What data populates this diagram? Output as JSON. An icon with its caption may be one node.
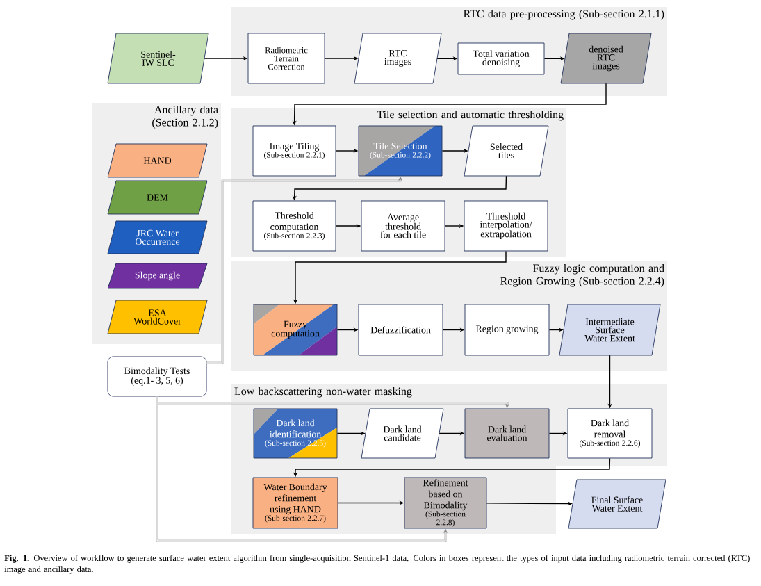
{
  "diagram": {
    "caption": "**Fig. 1.** Overview of workflow to generate surface water extent algorithm from single-acquisition Sentinel-1 data. Colors in boxes represent the types of input data including radiometric terrain corrected (RTC) image and ancillary data.",
    "nodes": [
      {
        "text": [
          "RTC data pre-processing (Sub-section 2.1.1)"
        ]
      },
      {
        "text": [
          "Sentinel- IW SLC"
        ]
      },
      {
        "text": [
          "Radiometric Terrain Correction"
        ],
        "in": 0
      },
      {
        "text": [
          "RTC images"
        ],
        "in": 0
      },
      {
        "text": [
          "Total variation denoising"
        ],
        "in": 0
      },
      {
        "text": [
          "denoised RTC images"
        ],
        "in": 0
      },
      {
        "text": [
          "Ancillary data (Section 2.1.2)"
        ]
      },
      {
        "text": [
          "HAND"
        ],
        "in": 6
      },
      {
        "text": [
          "DEM"
        ],
        "in": 6
      },
      {
        "text": [
          "JRC Water Occurrence"
        ],
        "in": 6
      },
      {
        "text": [
          "Slope angle"
        ],
        "in": 6
      },
      {
        "text": [
          "ESA WorldCover"
        ],
        "in": 6
      },
      {
        "text": [
          "Tile selection and automatic thresholding"
        ]
      },
      {
        "text": [
          "Image Tiling",
          "(Sub-section 2.2.1)"
        ],
        "in": 12
      },
      {
        "text": [
          "Tile Selection",
          "(Sub-section 2.2.2)"
        ],
        "in": 12
      },
      {
        "text": [
          "Selected tiles"
        ],
        "in": 12
      },
      {
        "text": [
          "Threshold computation",
          "(Sub-section 2.2.3)"
        ],
        "in": 12
      },
      {
        "text": [
          "Average threshold for each tile"
        ],
        "in": 12
      },
      {
        "text": [
          "Threshold interpolation/ extrapolation"
        ],
        "in": 12
      },
      {
        "text": [
          "Fuzzy logic computation and Region Growing (Sub-section 2.2.4)"
        ]
      },
      {
        "text": [
          "Fuzzy computation"
        ],
        "in": 19
      },
      {
        "text": [
          "Defuzzification"
        ],
        "in": 19
      },
      {
        "text": [
          "Region growing"
        ],
        "in": 19
      },
      {
        "text": [
          "Intermediate Surface Water Extent"
        ],
        "in": 19
      },
      {
        "text": [
          "Bimodality Tests (eq.1- 3, 5, 6)"
        ]
      },
      {
        "text": [
          "Low backscattering non-water masking"
        ]
      },
      {
        "text": [
          "Dark land identification",
          "(Sub-section 2.2.5)"
        ],
        "in": 25
      },
      {
        "text": [
          "Dark land candidate"
        ],
        "in": 25
      },
      {
        "text": [
          "Dark land evaluation"
        ],
        "in": 25
      },
      {
        "text": [
          "Dark land removal",
          "(Sub-section 2.2.6)"
        ],
        "in": 25
      },
      {
        "text": [
          "Water Boundary refinement using HAND",
          "(Sub-section 2.2.7)"
        ],
        "in": 25
      },
      {
        "text": [
          "Refinement based on Bimodality",
          "(Sub-section 2.2.8)"
        ],
        "in": 25
      },
      {
        "text": [
          "Final Surface Water Extent"
        ]
      }
    ],
    "edges": [
      {
        "from": 1,
        "to": 2,
        "arrow": "to"
      },
      {
        "from": 2,
        "to": 3,
        "arrow": "to"
      },
      {
        "from": 3,
        "to": 4,
        "arrow": "to"
      },
      {
        "from": 4,
        "to": 5,
        "arrow": "to"
      },
      {
        "from": 5,
        "to": 13,
        "arrow": "to"
      },
      {
        "from": 13,
        "to": 14,
        "arrow": "to"
      },
      {
        "from": 14,
        "to": 15,
        "arrow": "to"
      },
      {
        "from": 15,
        "to": 16,
        "arrow": "to"
      },
      {
        "from": 16,
        "to": 17,
        "arrow": "to"
      },
      {
        "from": 17,
        "to": 18,
        "arrow": "to"
      },
      {
        "from": 18,
        "to": 20,
        "arrow": "to"
      },
      {
        "from": 20,
        "to": 21,
        "arrow": "to"
      },
      {
        "from": 21,
        "to": 22,
        "arrow": "to"
      },
      {
        "from": 22,
        "to": 23,
        "arrow": "to"
      },
      {
        "from": 23,
        "to": 29,
        "arrow": "to"
      },
      {
        "from": 26,
        "to": 27,
        "arrow": "to"
      },
      {
        "from": 27,
        "to": 28,
        "arrow": "to"
      },
      {
        "from": 28,
        "to": 29,
        "arrow": "to"
      },
      {
        "from": 29,
        "to": 30,
        "arrow": "to"
      },
      {
        "from": 30,
        "to": 31,
        "arrow": "to"
      },
      {
        "from": 31,
        "to": 32,
        "arrow": "to"
      },
      {
        "from": 24,
        "to": 14,
        "arrow": "to",
        "color": "#808080"
      },
      {
        "from": 24,
        "to": 28,
        "arrow": "to",
        "color": "#808080"
      },
      {
        "from": 24,
        "to": 31,
        "arrow": "to",
        "color": "#808080"
      }
    ]
  }
}
